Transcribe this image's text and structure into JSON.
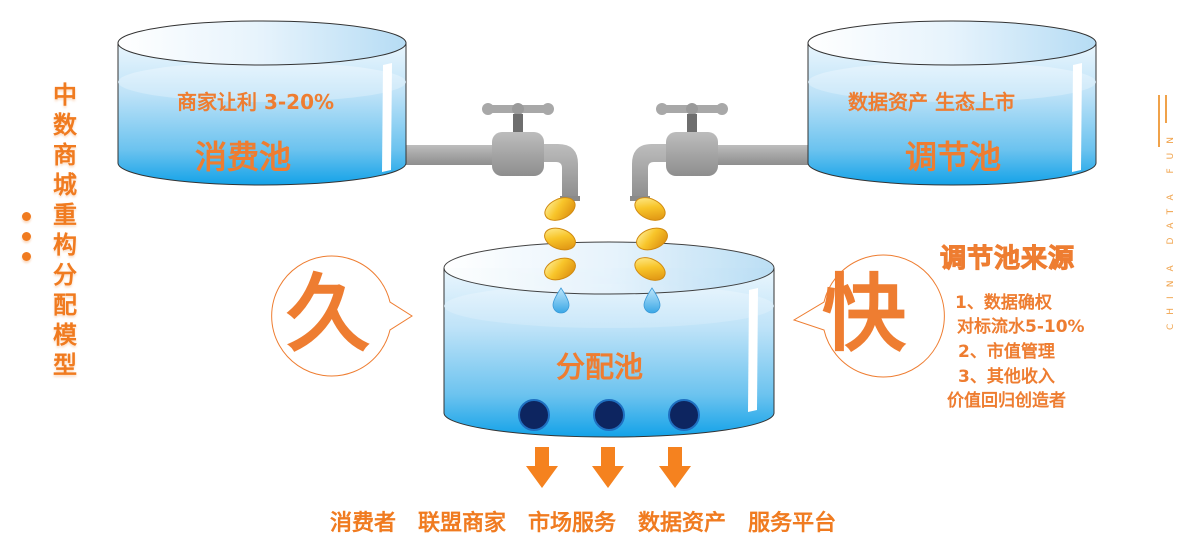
{
  "side_title": {
    "chars": [
      "中",
      "数",
      "商",
      "城",
      "重",
      "构",
      "分",
      "配",
      "模",
      "型"
    ],
    "full": "中数商城重构分配模型"
  },
  "brand_vertical": "CHINA DATA FUN",
  "pools": {
    "consumption": {
      "subtitle": "商家让利 3-20%",
      "title": "消费池"
    },
    "regulation": {
      "subtitle": "数据资产  生态上市",
      "title": "调节池"
    },
    "distribution": {
      "title": "分配池"
    }
  },
  "bubbles": {
    "left": {
      "char": "久"
    },
    "right": {
      "char": "快"
    }
  },
  "regulation_source": {
    "title": "调节池来源",
    "lines": [
      "1、数据确权",
      "对标流水5-10%",
      "2、市值管理",
      "3、其他收入",
      "价值回归创造者"
    ]
  },
  "recipients": [
    "消费者",
    "联盟商家",
    "市场服务",
    "数据资产",
    "服务平台"
  ],
  "colors": {
    "accent": "#ee7d31",
    "water_light": "#dff0fb",
    "water_deep": "#1aa0e6",
    "faucet": "#a9a9a9",
    "coin": "#f5b81a",
    "outlet": "#0d2560"
  }
}
